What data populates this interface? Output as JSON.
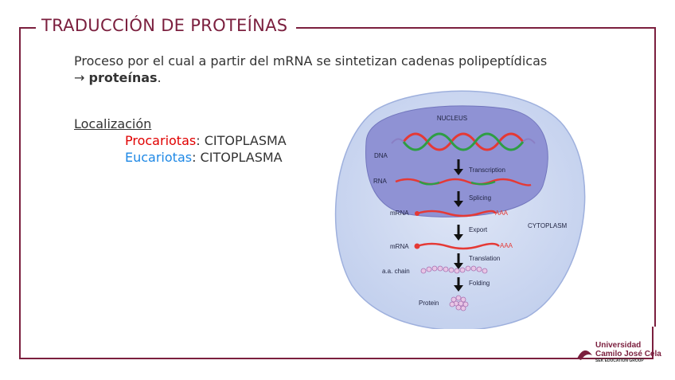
{
  "slide": {
    "title": "TRADUCCIÓN DE PROTEÍNAS",
    "definition_text": "Proceso por el cual a partir del mRNA se sintetizan cadenas polipeptídicas",
    "arrow_symbol": "→",
    "definition_result": "proteínas",
    "definition_end": ".",
    "localization_title": "Localización",
    "prokaryotes_label": "Procariotas",
    "prokaryotes_value": ": CITOPLASMA",
    "eukaryotes_label": "Eucariotas",
    "eukaryotes_value": ": CITOPLASMA"
  },
  "diagram": {
    "nucleus": "NUCLEUS",
    "cytoplasm": "CYTOPLASM",
    "dna": "DNA",
    "rna": "RNA",
    "mrna_1": "mRNA",
    "mrna_2": "mRNA",
    "aa_chain": "a.a. chain",
    "protein": "Protein",
    "transcription": "Transcription",
    "splicing": "Splicing",
    "export": "Export",
    "translation": "Translation",
    "folding": "Folding",
    "polya_1": "AAA",
    "polya_2": "AAA"
  },
  "logo": {
    "line1": "Universidad",
    "line2": "Camilo José Cela",
    "line3": "SEK EDUCATION GROUP"
  },
  "colors": {
    "accent": "#7b1f3e",
    "prokaryotes": "#e00000",
    "eukaryotes": "#1e88e5"
  }
}
